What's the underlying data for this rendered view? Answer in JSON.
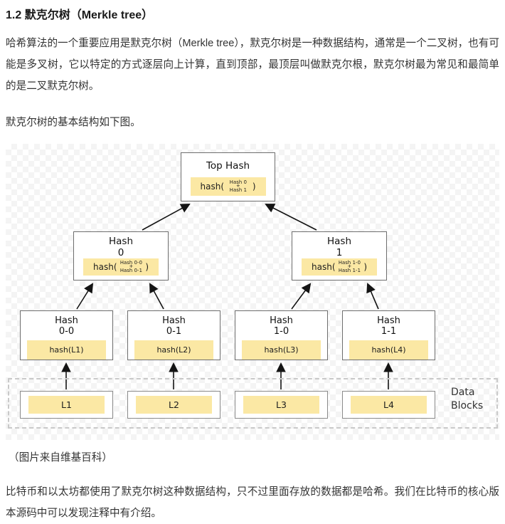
{
  "header": {
    "title": "1.2 默克尔树（Merkle tree）"
  },
  "article": {
    "para1": "哈希算法的一个重要应用是默克尔树（Merkle tree），默克尔树是一种数据结构，通常是一个二叉树，也有可能是多叉树，它以特定的方式逐层向上计算，直到顶部，最顶层叫做默克尔根，默克尔树最为常见和最简单的是二叉默克尔树。",
    "fig_intro": "默克尔树的基本结构如下图。",
    "caption": "（图片来自维基百科）",
    "para2": "比特币和以太坊都使用了默克尔树这种数据结构，只不过里面存放的数据都是哈希。我们在比特币的核心版本源码中可以发现注释中有介绍。"
  },
  "diagram": {
    "top": {
      "title": "Top Hash",
      "fn_open": "hash(",
      "arg1": "Hash 0",
      "plus": "+",
      "arg2": "Hash 1",
      "fn_close": ")"
    },
    "mid": [
      {
        "title": "Hash\n0",
        "fn_open": "hash(",
        "arg1": "Hash 0-0",
        "plus": "+",
        "arg2": "Hash 0-1",
        "fn_close": ")"
      },
      {
        "title": "Hash\n1",
        "fn_open": "hash(",
        "arg1": "Hash 1-0",
        "plus": "+",
        "arg2": "Hash 1-1",
        "fn_close": ")"
      }
    ],
    "leaves": [
      {
        "title": "Hash\n0-0",
        "hash_label": "hash(L1)"
      },
      {
        "title": "Hash\n0-1",
        "hash_label": "hash(L2)"
      },
      {
        "title": "Hash\n1-0",
        "hash_label": "hash(L3)"
      },
      {
        "title": "Hash\n1-1",
        "hash_label": "hash(L4)"
      }
    ],
    "blocks": [
      {
        "label": "L1"
      },
      {
        "label": "L2"
      },
      {
        "label": "L3"
      },
      {
        "label": "L4"
      }
    ],
    "data_blocks_label": "Data\nBlocks",
    "colors": {
      "pill_yellow": "#fbe8a4",
      "node_border": "#6e6e6e",
      "block_border": "#8a8a8a",
      "arrow": "#141414",
      "dashed_border": "#c9c9c9",
      "checker": "#f4f4f4"
    }
  }
}
